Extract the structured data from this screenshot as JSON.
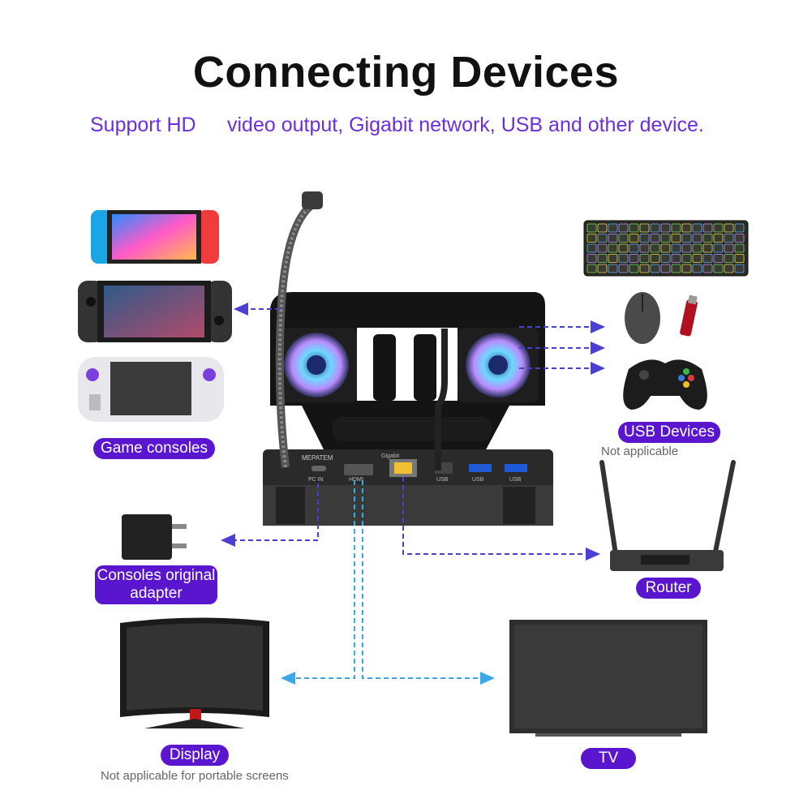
{
  "header": {
    "title": "Connecting Devices",
    "subtitle_part1": "Support HD",
    "subtitle_part2": "video output, Gigabit network, USB and other device."
  },
  "dock": {
    "brand": "MEPATEM",
    "port_labels": [
      "PC IN",
      "HDMI",
      "Gigabit",
      "USB",
      "USB",
      "USB"
    ]
  },
  "labels": {
    "game_consoles": "Game consoles",
    "usb_devices": "USB Devices",
    "usb_note": "Not applicable",
    "adapter": "Consoles original adapter",
    "router": "Router",
    "display": "Display",
    "display_note": "Not applicable for portable screens",
    "tv": "TV"
  },
  "colors": {
    "accent": "#5a16cf",
    "arrow_purple": "#4a3fd0",
    "arrow_cyan": "#3aa7e8",
    "fan_glow": "#5ad0ff"
  }
}
